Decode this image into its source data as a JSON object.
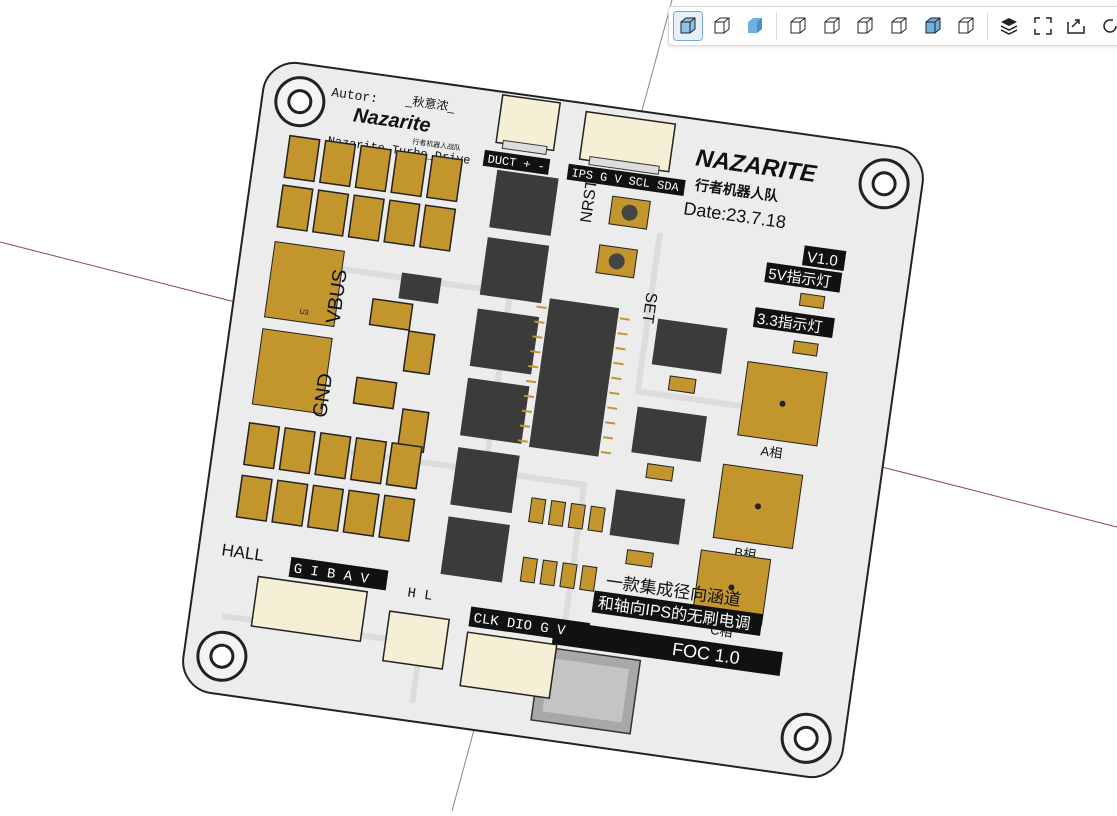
{
  "toolbar": {
    "buttons": [
      {
        "name": "view-shaded-edges-button",
        "icon": "cube-shaded-icon",
        "active": true
      },
      {
        "name": "view-wireframe-button",
        "icon": "cube-wireframe-icon",
        "active": false
      },
      {
        "name": "view-shaded-button",
        "icon": "cube-solid-icon",
        "active": false
      },
      {
        "name": "view-front-button",
        "icon": "cube-front-icon",
        "active": false
      },
      {
        "name": "view-back-button",
        "icon": "cube-back-icon",
        "active": false
      },
      {
        "name": "view-left-button",
        "icon": "cube-left-icon",
        "active": false
      },
      {
        "name": "view-right-button",
        "icon": "cube-right-icon",
        "active": false
      },
      {
        "name": "view-top-button",
        "icon": "cube-top-icon",
        "active": false
      },
      {
        "name": "view-bottom-button",
        "icon": "cube-bottom-icon",
        "active": false
      },
      {
        "name": "layers-button",
        "icon": "layers-icon",
        "active": false
      },
      {
        "name": "fit-view-button",
        "icon": "fullscreen-icon",
        "active": false
      },
      {
        "name": "export-button",
        "icon": "export-icon",
        "active": false
      },
      {
        "name": "rotate-button",
        "icon": "rotate-icon",
        "active": false
      }
    ]
  },
  "board": {
    "author_label": "Autor:",
    "author_name": "_秋意浓_",
    "logo_text": "Nazarite",
    "logo_sub": "行者机器人战队",
    "project_name": "Nazarite_Turbo_Drive",
    "brand": "NAZARITE",
    "team": "行者机器人队",
    "date": "Date:23.7.18",
    "version": "V1.0",
    "duct_label": "DUCT + -",
    "ips_label": "IPS G V SCL SDA",
    "nrst": "NRST",
    "set": "SET",
    "vbus": "VBUS",
    "gnd": "GND",
    "led5v": "5V指示灯",
    "led33": "3.3指示灯",
    "phase_a": "A相",
    "phase_b": "B相",
    "phase_c": "C相",
    "desc1": "一款集成径向涵道",
    "desc2": "和轴向IPS的无刷电调",
    "foc": "FOC 1.0",
    "hall": "HALL",
    "hall_pins": "G I B A V",
    "hl": "H L",
    "clk_label": "CLK DIO G V",
    "u3": "U3"
  },
  "colors": {
    "pcb": "#ececec",
    "gold": "#c2962d",
    "pad_dark": "#946b10",
    "chip": "#3b3b3b",
    "silk_black": "#111111",
    "connector": "#f5efd6",
    "accent": "#5aa0d8",
    "axis_red": "#b03030",
    "axis_blue": "#3040b0",
    "axis_green": "#30a030"
  }
}
